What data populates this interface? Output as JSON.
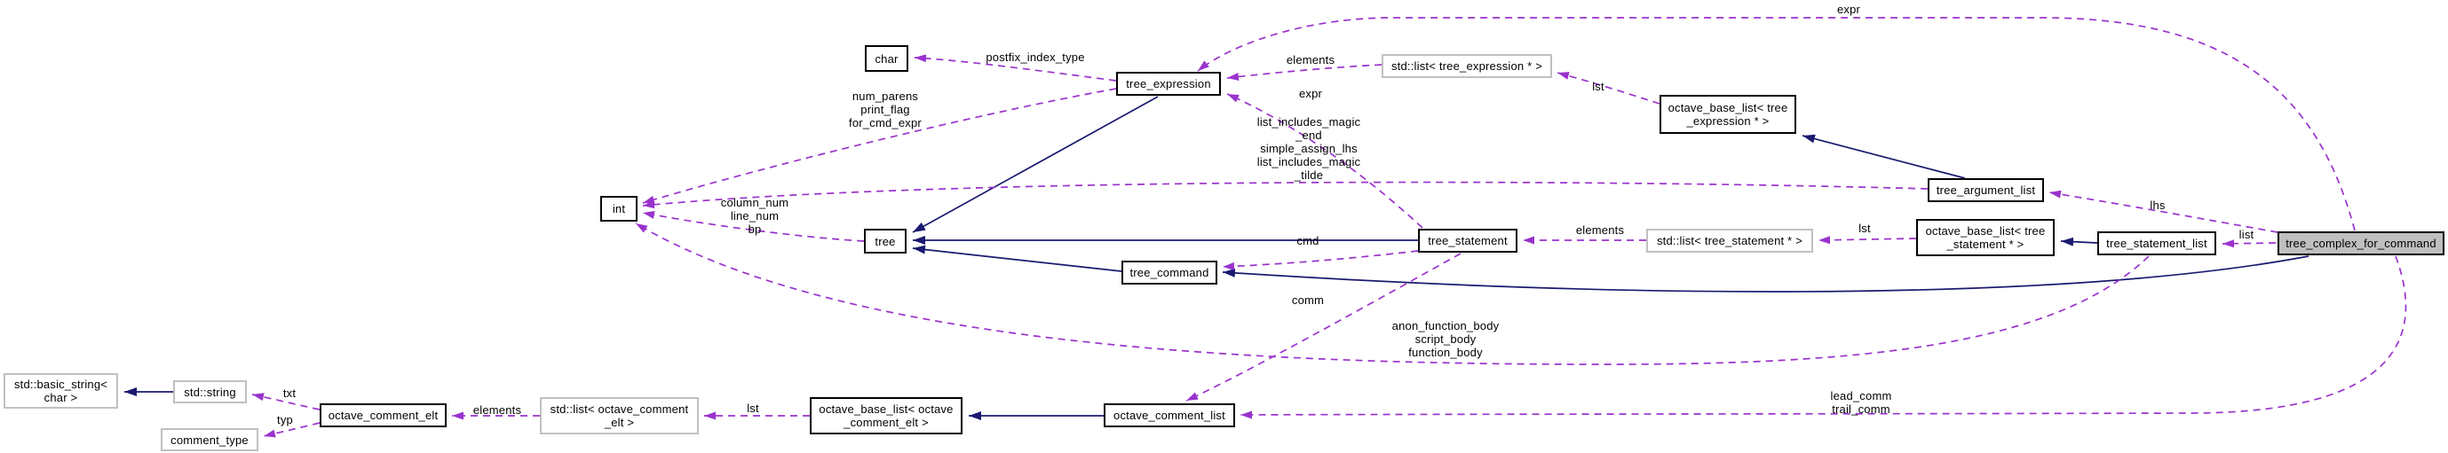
{
  "colors": {
    "inheritance_edge": "#191970",
    "usage_edge": "#9a32cd",
    "node_border": "#000000",
    "external_node_border": "#c0c0c0",
    "central_node_fill": "#bfbfbf",
    "background": "#ffffff"
  },
  "nodes": {
    "char": {
      "label": "char"
    },
    "tree_expression": {
      "label": "tree_expression"
    },
    "std_list_tree_expression": {
      "label": "std::list< tree_expression * >"
    },
    "octave_base_list_tree_expression": {
      "label": "octave_base_list< tree\n_expression * >"
    },
    "tree_argument_list": {
      "label": "tree_argument_list"
    },
    "int": {
      "label": "int"
    },
    "tree": {
      "label": "tree"
    },
    "tree_command": {
      "label": "tree_command"
    },
    "tree_statement": {
      "label": "tree_statement"
    },
    "std_list_tree_statement": {
      "label": "std::list< tree_statement * >"
    },
    "octave_base_list_tree_statement": {
      "label": "octave_base_list< tree\n_statement * >"
    },
    "tree_statement_list": {
      "label": "tree_statement_list"
    },
    "tree_complex_for_command": {
      "label": "tree_complex_for_command"
    },
    "std_basic_string": {
      "label": "std::basic_string<\nchar >"
    },
    "std_string": {
      "label": "std::string"
    },
    "octave_comment_elt": {
      "label": "octave_comment_elt"
    },
    "comment_type": {
      "label": "comment_type"
    },
    "std_list_octave_comment_elt": {
      "label": "std::list< octave_comment\n_elt >"
    },
    "octave_base_list_octave_comment_elt": {
      "label": "octave_base_list< octave\n_comment_elt >"
    },
    "octave_comment_list": {
      "label": "octave_comment_list"
    }
  },
  "edge_labels": {
    "postfix_index_type": "postfix_index_type",
    "num_parens_group": "num_parens\nprint_flag\nfor_cmd_expr",
    "elements_expr": "elements",
    "expr_stmt": "expr",
    "lst_expr": "lst",
    "magic_group": "list_includes_magic\n_end\nsimple_assign_lhs\nlist_includes_magic\n_tilde",
    "column_group": "column_num\nline_num\nbp",
    "lhs": "lhs",
    "expr_top": "expr",
    "elements_stmt": "elements",
    "lst_stmt": "lst",
    "list": "list",
    "cmd": "cmd",
    "comm": "comm",
    "body_group": "anon_function_body\nscript_body\nfunction_body",
    "lead_trail_group": "lead_comm\ntrail_comm",
    "txt": "txt",
    "typ": "typ",
    "elements_comment": "elements",
    "lst_comment": "lst"
  }
}
